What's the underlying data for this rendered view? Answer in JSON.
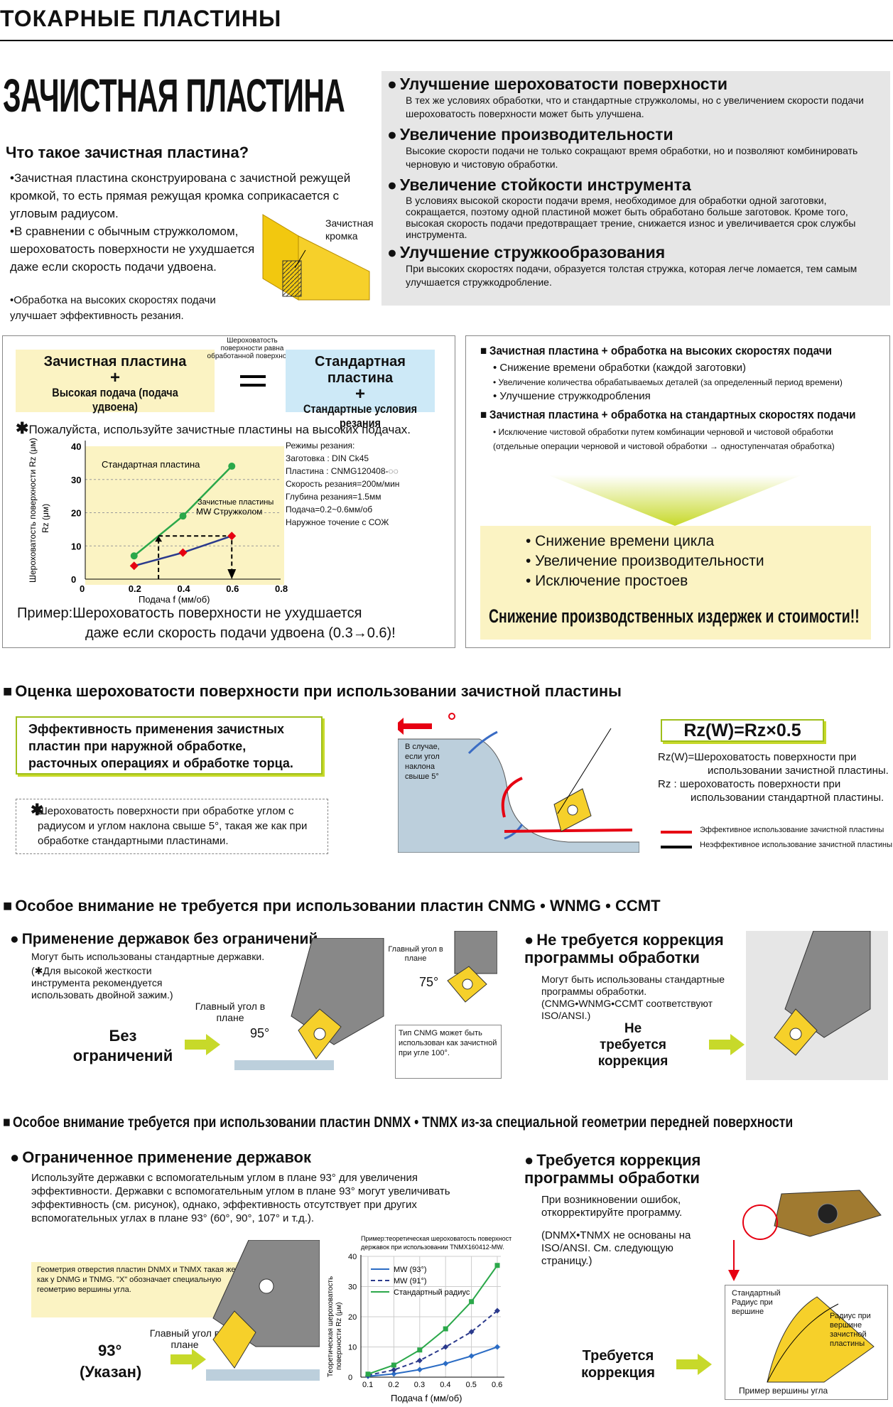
{
  "header": "ТОКАРНЫЕ ПЛАСТИНЫ",
  "title": "ЗАЧИСТНАЯ ПЛАСТИНА",
  "what": {
    "q": "Что такое зачистная пластина?",
    "b1": "•Зачистная пластина сконструирована с зачистной режущей кромкой, то есть прямая режущая кромка соприкасается с угловым радиусом.",
    "b2": "•В сравнении с обычным стружколомом, шероховатость поверхности не ухудшается даже если скорость подачи удвоена.",
    "b3": "•Обработка на высоких скоростях подачи улучшает эффективность резания.",
    "label": "Зачистная кромка"
  },
  "benefits": [
    {
      "t": "Улучшение шероховатости поверхности",
      "d": "В тех же условиях обработки, что и стандартные стружколомы, но с увеличением скорости подачи шероховатость поверхности может быть улучшена."
    },
    {
      "t": "Увеличение производительности",
      "d": "Высокие скорости подачи не только сокращают время обработки, но и позволяют комбинировать черновую и чистовую обработки."
    },
    {
      "t": "Увеличение стойкости инструмента",
      "d": "В условиях высокой скорости подачи время, необходимое для обработки одной заготовки, сокращается, поэтому одной пластиной может быть обработано больше заготовок. Кроме того, высокая скорость подачи предотвращает трение, снижается износ и увеличивается срок службы инструмента."
    },
    {
      "t": "Улучшение стружкообразования",
      "d": "При высоких скоростях подачи, образуется толстая стружка, которая легче ломается, тем самым улучшается стружкодробление."
    }
  ],
  "compare": {
    "left1": "Зачистная пластина",
    "plus": "+",
    "left2": "Высокая подача (подача удвоена)",
    "mid": "Шероховатость поверхности равна обработанной поверхности",
    "right1": "Стандартная пластина",
    "right2": "Стандартные условия резания",
    "note": "Пожалуйста, используйте зачистные пластины на высоких подачах."
  },
  "chart1": {
    "ylabel": "Шероховатость поверхности Rz (μм)",
    "xlabel": "Подача  f (мм/об)",
    "std": "Стандартная пластина",
    "wiper": "Зачистные пластины MW Стружколом",
    "yt": [
      "0",
      "10",
      "20",
      "30",
      "40"
    ],
    "xt": [
      "0",
      "0.2",
      "0.4",
      "0.6",
      "0.8"
    ],
    "cond": [
      "Режимы резания:",
      "Заготовка : DIN Ck45",
      "Пластина : CNMG120408-◌◌",
      "Скорость резания=200м/мин",
      "Глубина резания=1.5мм",
      "Подача=0.2~0.6мм/об",
      "Наружное точение с СОЖ"
    ],
    "ex1": "Пример:Шероховатость поверхности не ухудшается",
    "ex2": "даже если скорость подачи удвоена (0.3→0.6)!"
  },
  "chart_data": [
    {
      "type": "line",
      "title": "",
      "xlabel": "Подача  f (мм/об)",
      "ylabel": "Шероховатость поверхности Rz (μм)",
      "xlim": [
        0,
        0.8
      ],
      "ylim": [
        0,
        40
      ],
      "series": [
        {
          "name": "Стандартная пластина",
          "x": [
            0.2,
            0.4,
            0.6
          ],
          "y": [
            7,
            19,
            34
          ]
        },
        {
          "name": "Зачистные пластины MW Стружколом",
          "x": [
            0.2,
            0.4,
            0.6
          ],
          "y": [
            4,
            8,
            13
          ]
        }
      ]
    },
    {
      "type": "line",
      "title": "Пример:теоретическая шероховатость поверхности державок при использовании TNMX160412-MW.",
      "xlabel": "Подача f (мм/об)",
      "ylabel": "Теоретическая шероховатость поверхности Rz (μм)",
      "xlim": [
        0.1,
        0.6
      ],
      "ylim": [
        0,
        40
      ],
      "series": [
        {
          "name": "MW (93°)",
          "x": [
            0.1,
            0.2,
            0.3,
            0.4,
            0.5,
            0.6
          ],
          "y": [
            0.3,
            1.1,
            2.5,
            4.5,
            7,
            10
          ]
        },
        {
          "name": "MW (91°)",
          "x": [
            0.1,
            0.2,
            0.3,
            0.4,
            0.5,
            0.6
          ],
          "y": [
            0.6,
            2.4,
            5.5,
            10,
            15,
            22
          ]
        },
        {
          "name": "Стандартный радиус",
          "x": [
            0.1,
            0.2,
            0.3,
            0.4,
            0.5,
            0.6
          ],
          "y": [
            1,
            4,
            9,
            16,
            25,
            37
          ]
        }
      ]
    }
  ],
  "right1": {
    "h1": "Зачистная пластина + обработка на высоких скоростях подачи",
    "l1": [
      "• Снижение времени обработки (каждой заготовки)",
      "• Увеличение количества обрабатываемых деталей (за определенный период времени)",
      "• Улучшение стружкодробления"
    ],
    "h2": "Зачистная пластина + обработка на стандартных скоростях подачи",
    "l2": [
      "• Исключение чистовой обработки путем комбинации черновой и чистовой обработки",
      "(отдельные операции черновой и чистовой обработки → одноступенчатая обработка)"
    ],
    "y": [
      "• Снижение времени цикла",
      "• Увеличение производительности",
      "• Исключение простоев"
    ],
    "final": "Снижение производственных издержек и стоимости!!"
  },
  "sec2": {
    "h": "Оценка шероховатости поверхности при использовании зачистной пластины",
    "box": "Эффективность применения зачистных пластин при наружной обработке, расточных операциях и обработке торца.",
    "note": "Шероховатость поверхности при обработке углом с радиусом и углом наклона свыше 5°, такая же как при обработке стандартными пластинами.",
    "slope": "В случае, если угол наклона свыше 5°",
    "formula": "Rz(W)=Rz×0.5",
    "f1": "Rz(W)=Шероховатость поверхности при",
    "f1b": "использовании зачистной пластины.",
    "f2": "Rz : шероховатость поверхности при",
    "f2b": "использовании стандартной пластины.",
    "leg1": "Эффективное использование зачистной пластины",
    "leg2": "Неэффективное использование зачистной пластины"
  },
  "sec3": {
    "h": "Особое внимание не требуется при использовании пластин CNMG • WNMG • CCMT",
    "a": "Применение державок без ограничений",
    "ad": "Могут быть использованы стандартные державки.",
    "an": "(✱Для высокой жесткости инструмента рекомендуется использовать двойной зажим.)",
    "angle": "Главный угол в плане",
    "a95": "95°",
    "a75": "75°",
    "noR": "Без ограничений",
    "cn": "Тип CNMG может быть использован как зачистной при угле 100°.",
    "b": "Не требуется коррекция программы обработки",
    "bd": "Могут быть использованы стандартные программы обработки. (CNMG•WNMG•CCMT соответствуют ISO/ANSI.)",
    "bn": "Не требуется коррекция"
  },
  "sec4": {
    "h": "Особое внимание требуется при использовании пластин DNMX • TNMX из-за специальной геометрии передней поверхности",
    "a": "Ограниченное применение державок",
    "ad": "Используйте державки с вспомогательным углом в плане 93° для увеличения эффективности. Державки с вспомогательным углом в плане 93° могут увеличивать эффективность (см. рисунок), однако, эффективность отсутствует при других вспомогательных углах в плане 93° (60°, 90°, 107° и т.д.).",
    "yb": "Геометрия отверстия пластин DNMX и TNMX такая же как у DNMG и TNMG. \"X\" обозначает специальную геометрию вершины угла.",
    "angle": "Главный угол в плане",
    "a93": "93°",
    "ind": "(Указан)",
    "b": "Требуется коррекция программы обработки",
    "bd": "При возникновении ошибок, откорректируйте программу.",
    "bd2": "(DNMX•TNMX не основаны на ISO/ANSI. См. следующую страницу.)",
    "std": "Стандартный Радиус при вершине",
    "rad": "Радиус при вершине зачистной пластины",
    "ex": "Пример вершины угла",
    "need": "Требуется коррекция"
  }
}
